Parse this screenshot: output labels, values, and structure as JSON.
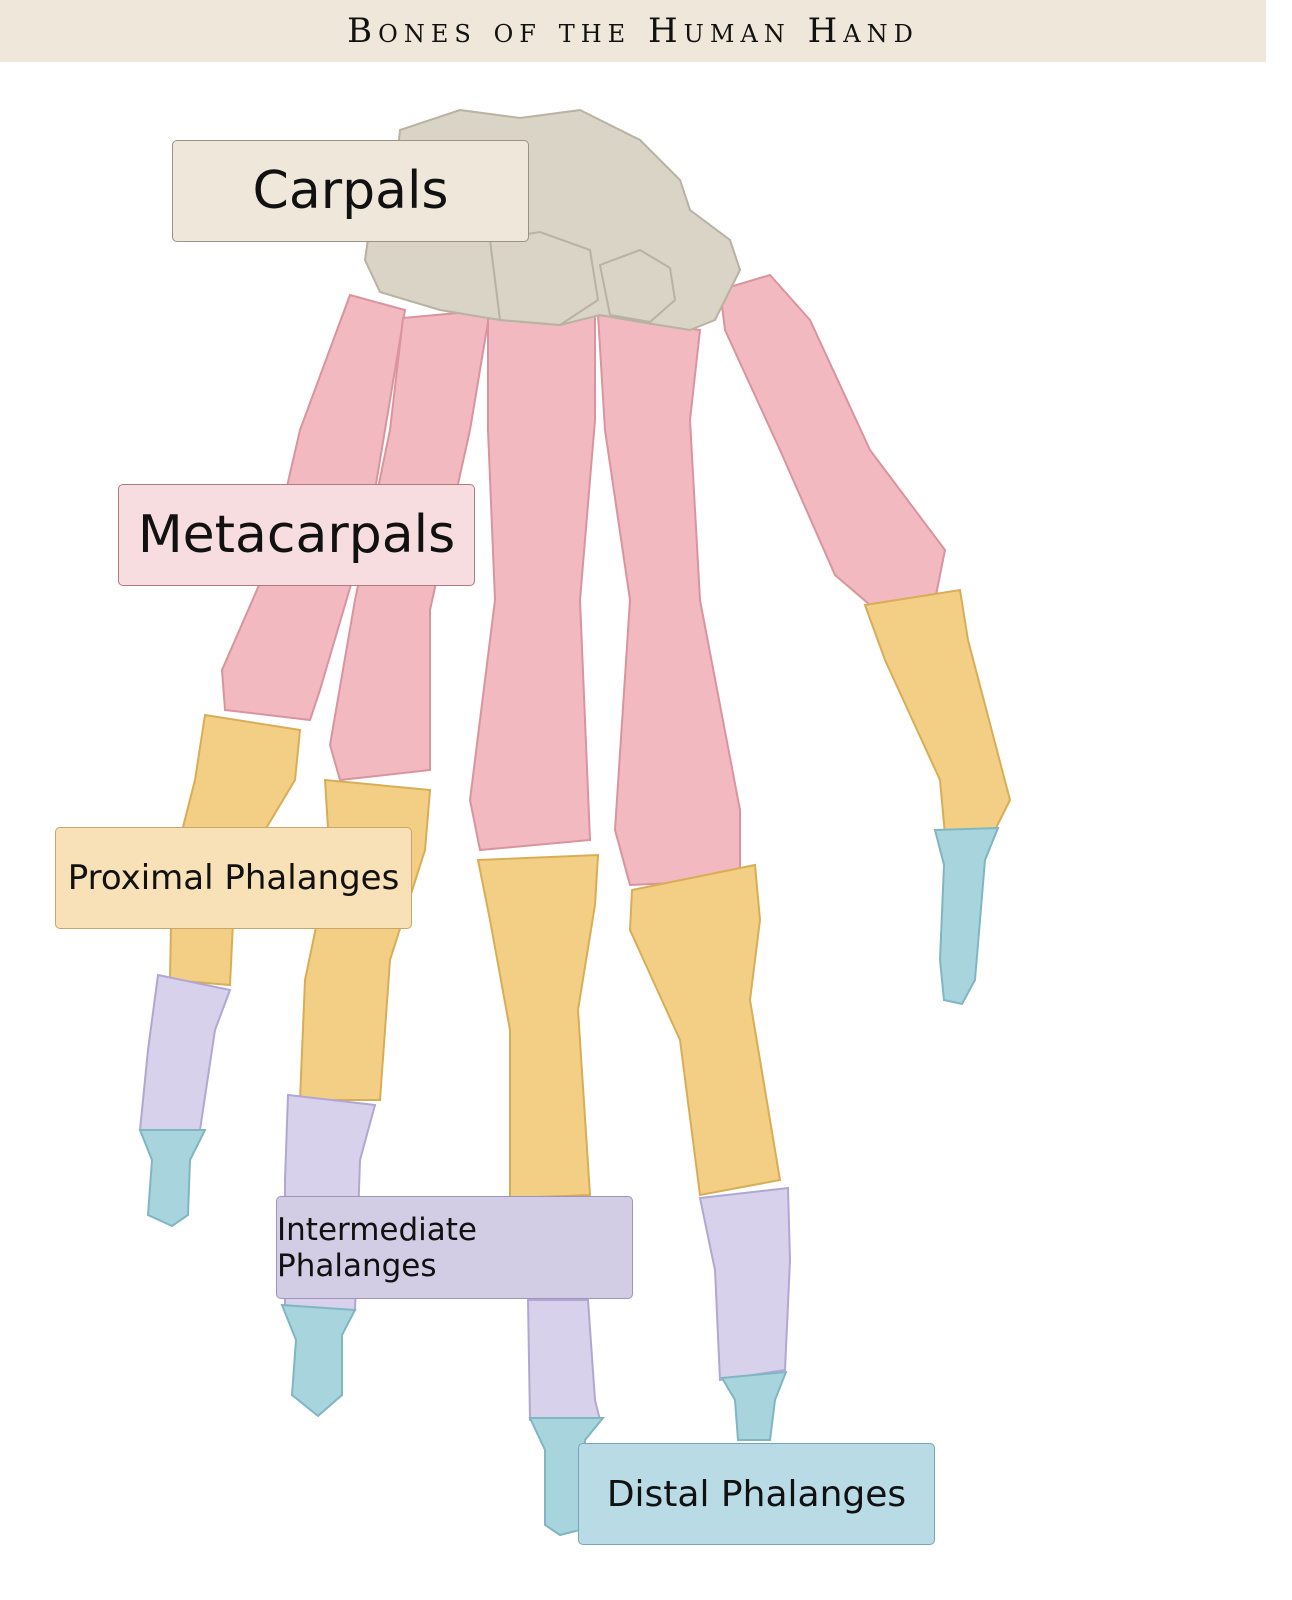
{
  "header": {
    "title": "Bones of the Human Hand"
  },
  "labels": {
    "carpals": "Carpals",
    "metacarpals": "Metacarpals",
    "proximal": "Proximal Phalanges",
    "intermediate": "Intermediate Phalanges",
    "distal": "Distal Phalanges"
  },
  "colors": {
    "carpal_bone": "#d9d4c6",
    "metacarpal_bone": "#f2b9c0",
    "proximal_bone": "#f3cf86",
    "intermediate_bone": "#d8d1ec",
    "distal_bone": "#a8d4dd"
  }
}
